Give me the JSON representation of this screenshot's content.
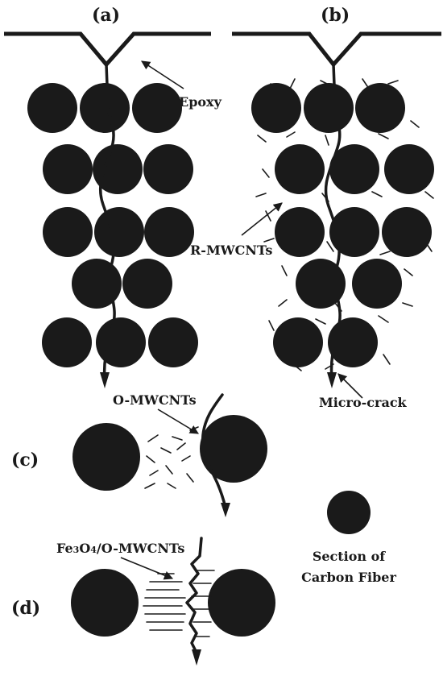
{
  "panels": {
    "a": "(a)",
    "b": "(b)",
    "c": "(c)",
    "d": "(d)"
  },
  "labels": {
    "epoxy": "Epoxy",
    "r_mwcnts": "R-MWCNTs",
    "micro_crack": "Micro-crack",
    "o_mwcnts": "O-MWCNTs",
    "fe3o4_prefix": "Fe",
    "fe3o4_sub3": "3",
    "fe3o4_mid": "O",
    "fe3o4_sub4": "4",
    "fe3o4_suffix": "/O-MWCNTs",
    "legend_line1": "Section of",
    "legend_line2": "Carbon Fiber"
  },
  "colors": {
    "ink": "#1a1a1a",
    "background": "#ffffff"
  }
}
